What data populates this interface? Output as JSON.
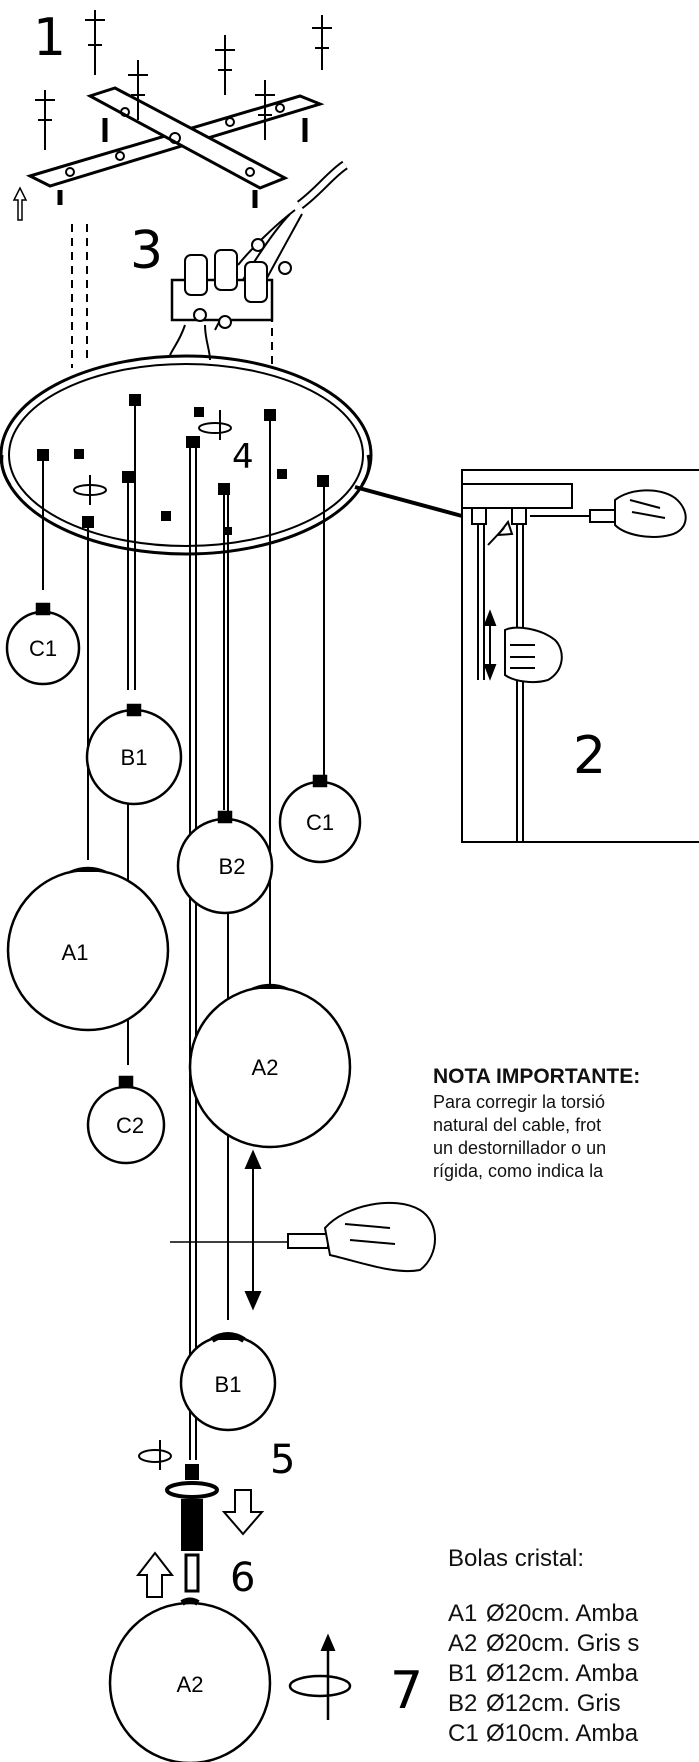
{
  "steps": [
    "1",
    "2",
    "3",
    "4",
    "5",
    "6",
    "7"
  ],
  "ball_labels": {
    "c1_left": "C1",
    "b1_upper": "B1",
    "c1_right": "C1",
    "b2": "B2",
    "a1": "A1",
    "a2_mid": "A2",
    "c2": "C2",
    "b1_lower": "B1",
    "a2_bottom": "A2"
  },
  "note": {
    "title": "NOTA IMPORTANTE:",
    "lines": [
      "Para corregir la torsió",
      "natural del cable, frot",
      "un destornillador o un",
      "rígida, como indica la"
    ]
  },
  "bolas": {
    "title": "Bolas cristal:",
    "items": [
      {
        "code": "A1",
        "text": "Ø20cm. Amba"
      },
      {
        "code": "A2",
        "text": "Ø20cm. Gris s"
      },
      {
        "code": "B1",
        "text": "Ø12cm. Amba"
      },
      {
        "code": "B2",
        "text": "Ø12cm. Gris"
      },
      {
        "code": "C1",
        "text": "Ø10cm. Amba"
      }
    ]
  },
  "colors": {
    "ink": "#000000",
    "paper": "#ffffff"
  },
  "icons": [
    "ceiling-bracket-icon",
    "terminal-block-icon",
    "hand-screwdriver-icon",
    "hand-pull-icon",
    "rotate-arrow-icon",
    "down-arrow-icon",
    "up-arrow-icon"
  ]
}
